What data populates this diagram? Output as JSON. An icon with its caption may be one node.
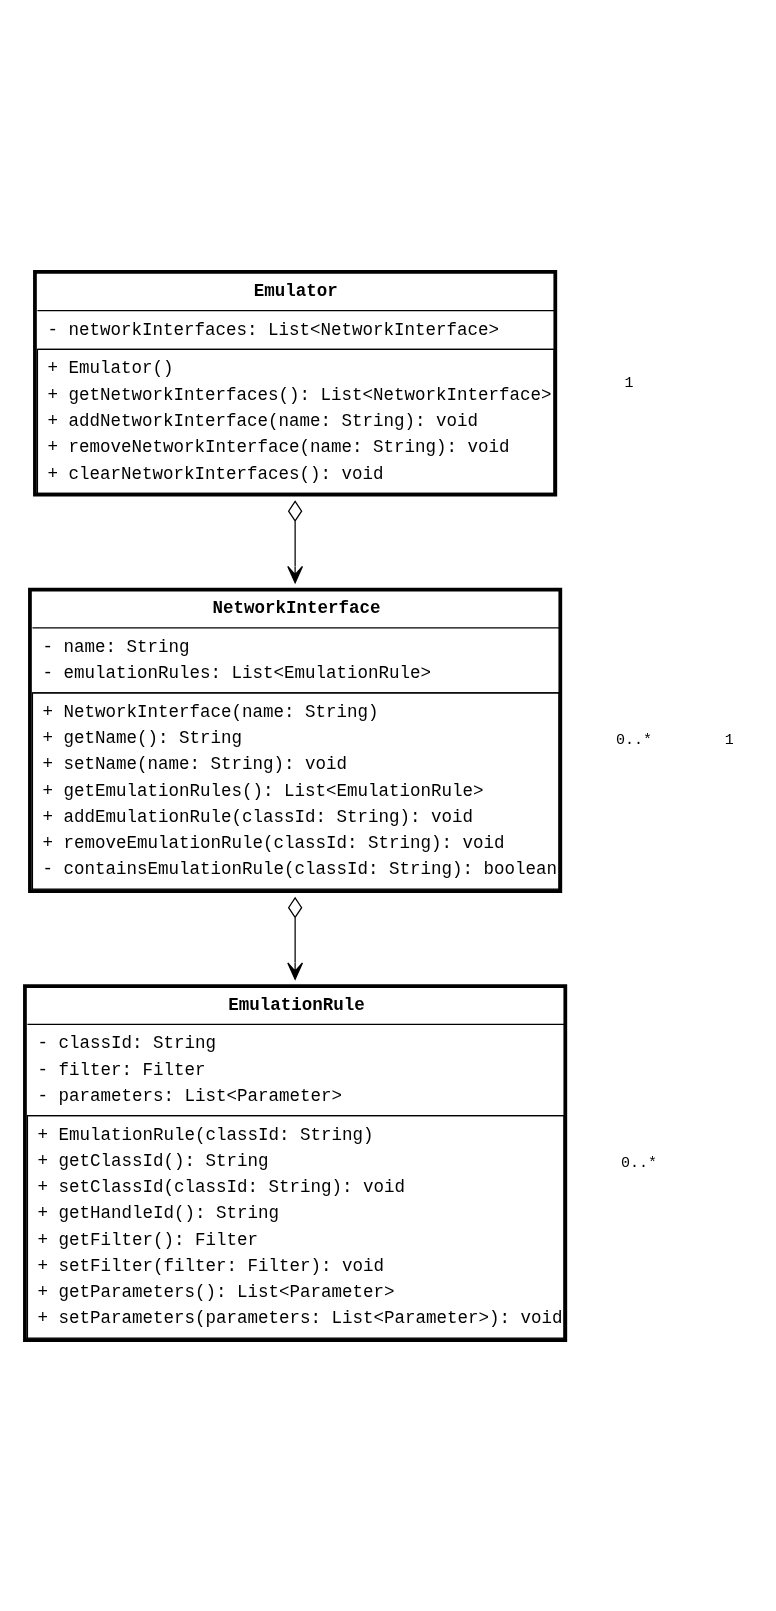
{
  "diagram": {
    "nodes": [
      {
        "text": [
          "Emulator",
          "- networkInterfaces: List<NetworkInterface>",
          "+ Emulator()",
          "+ getNetworkInterfaces(): List<NetworkInterface>",
          "+ addNetworkInterface(name: String): void",
          "+ removeNetworkInterface(name: String): void",
          "+ clearNetworkInterfaces(): void"
        ]
      },
      {
        "text": [
          "NetworkInterface",
          "- name: String",
          "- emulationRules: List<EmulationRule>",
          "+ NetworkInterface(name: String)",
          "+ getName(): String",
          "+ setName(name: String): void",
          "+ getEmulationRules(): List<EmulationRule>",
          "+ addEmulationRule(classId: String): void",
          "+ removeEmulationRule(classId: String): void",
          "- containsEmulationRule(classId: String): boolean"
        ]
      },
      {
        "text": [
          "EmulationRule",
          "- classId: String",
          "- filter: Filter",
          "- parameters: List<Parameter>",
          "+ EmulationRule(classId: String)",
          "+ getClassId(): String",
          "+ setClassId(classId: String): void",
          "+ getHandleId(): String",
          "+ getFilter(): Filter",
          "+ setFilter(filter: Filter): void",
          "+ getParameters(): List<Parameter>",
          "+ setParameters(parameters: List<Parameter>): void"
        ]
      }
    ],
    "edges": [
      {
        "from": 0,
        "to": 1,
        "arrow": "to"
      },
      {
        "from": 1,
        "to": 2,
        "arrow": "to"
      }
    ],
    "labels": [
      "1",
      "0..*",
      "1",
      "0..*"
    ]
  }
}
